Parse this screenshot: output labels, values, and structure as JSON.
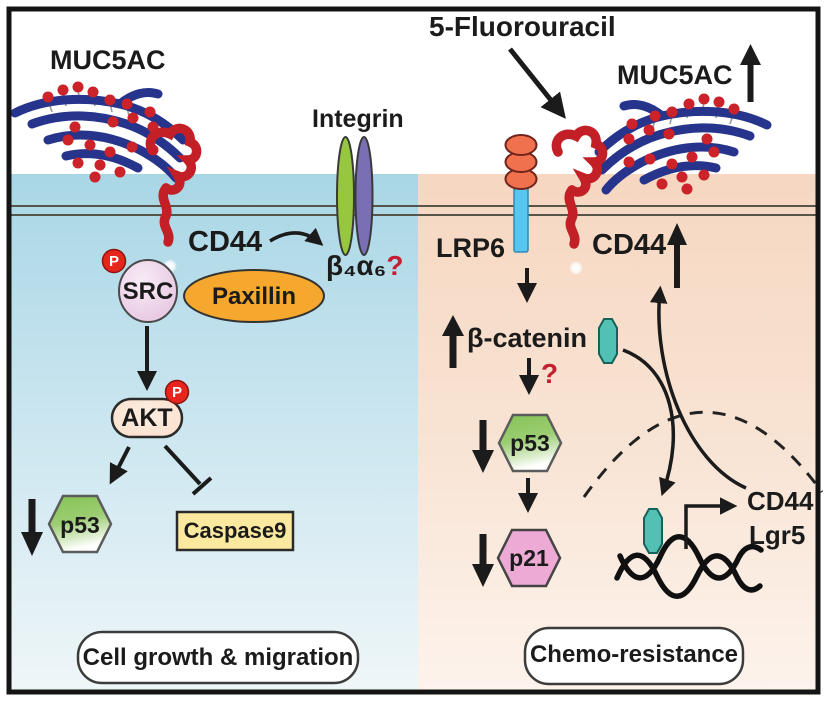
{
  "diagram": {
    "left_panel": {
      "muc5ac": "MUC5AC",
      "integrin": "Integrin",
      "cd44": "CD44",
      "integrin_subunits": "β₄α₆",
      "uncertainty": "?",
      "phospho": "P",
      "src": "SRC",
      "paxillin": "Paxillin",
      "akt": "AKT",
      "p53": "p53",
      "caspase9": "Caspase9",
      "outcome": "Cell growth & migration"
    },
    "right_panel": {
      "drug": "5-Fluorouracil",
      "muc5ac": "MUC5AC",
      "lrp6": "LRP6",
      "cd44": "CD44",
      "beta_catenin": "β-catenin",
      "uncertainty": "?",
      "p53": "p53",
      "p21": "p21",
      "target_genes": [
        "CD44",
        "Lgr5"
      ],
      "outcome": "Chemo-resistance"
    },
    "colors": {
      "left_background": "#abd7e6",
      "right_background": "#f6d7c1",
      "mucin_blue": "#27348b",
      "receptor_red": "#c22026",
      "phospho_red": "#e6251c",
      "paxillin_orange": "#f5a72e",
      "integrin_green": "#96c73e",
      "integrin_purple": "#7a6fb4",
      "lrp6_orange": "#f0714d",
      "lrp6_stem_blue": "#58c7f0",
      "p53_green": "#86c356",
      "p21_pink": "#ecaad5",
      "caspase9_yellow": "#fbe9a0",
      "beta_catenin_teal": "#52c0b2",
      "question_red": "#c32032"
    }
  }
}
